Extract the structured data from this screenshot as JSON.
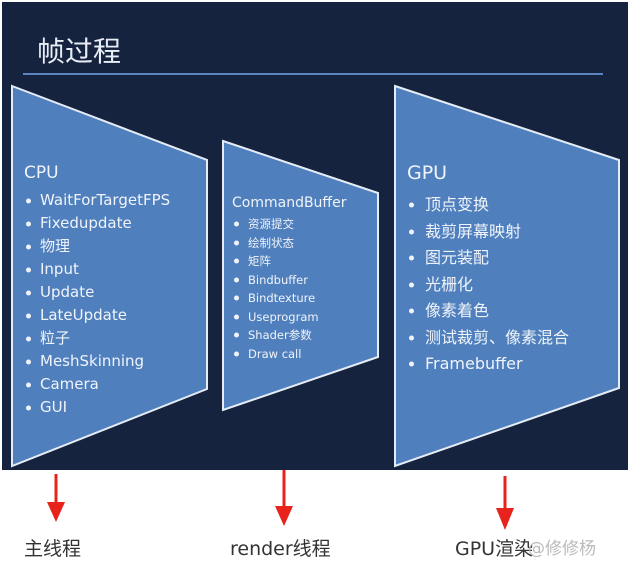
{
  "title": "帧过程",
  "colors": {
    "background": "#15233f",
    "shape_fill": "#4f7fbd",
    "shape_stroke": "#e6ecf5",
    "arrow": "#e8231b"
  },
  "cpu": {
    "heading": "CPU",
    "items": [
      "WaitForTargetFPS",
      "Fixedupdate",
      "物理",
      "Input",
      "Update",
      "LateUpdate",
      "粒子",
      "MeshSkinning",
      "Camera",
      "GUI"
    ]
  },
  "command_buffer": {
    "heading": "CommandBuffer",
    "items": [
      "资源提交",
      "绘制状态",
      "矩阵",
      "Bindbuffer",
      "Bindtexture",
      "Useprogram",
      "Shader参数",
      "Draw call"
    ]
  },
  "gpu": {
    "heading": "GPU",
    "items": [
      "顶点变换",
      "裁剪屏幕映射",
      "图元装配",
      "光栅化",
      "像素着色",
      "测试裁剪、像素混合",
      "Framebuffer"
    ]
  },
  "labels": {
    "main_thread": "主线程",
    "render_thread": "render线程",
    "gpu_render": "GPU渲染"
  },
  "watermark": "@修修杨"
}
